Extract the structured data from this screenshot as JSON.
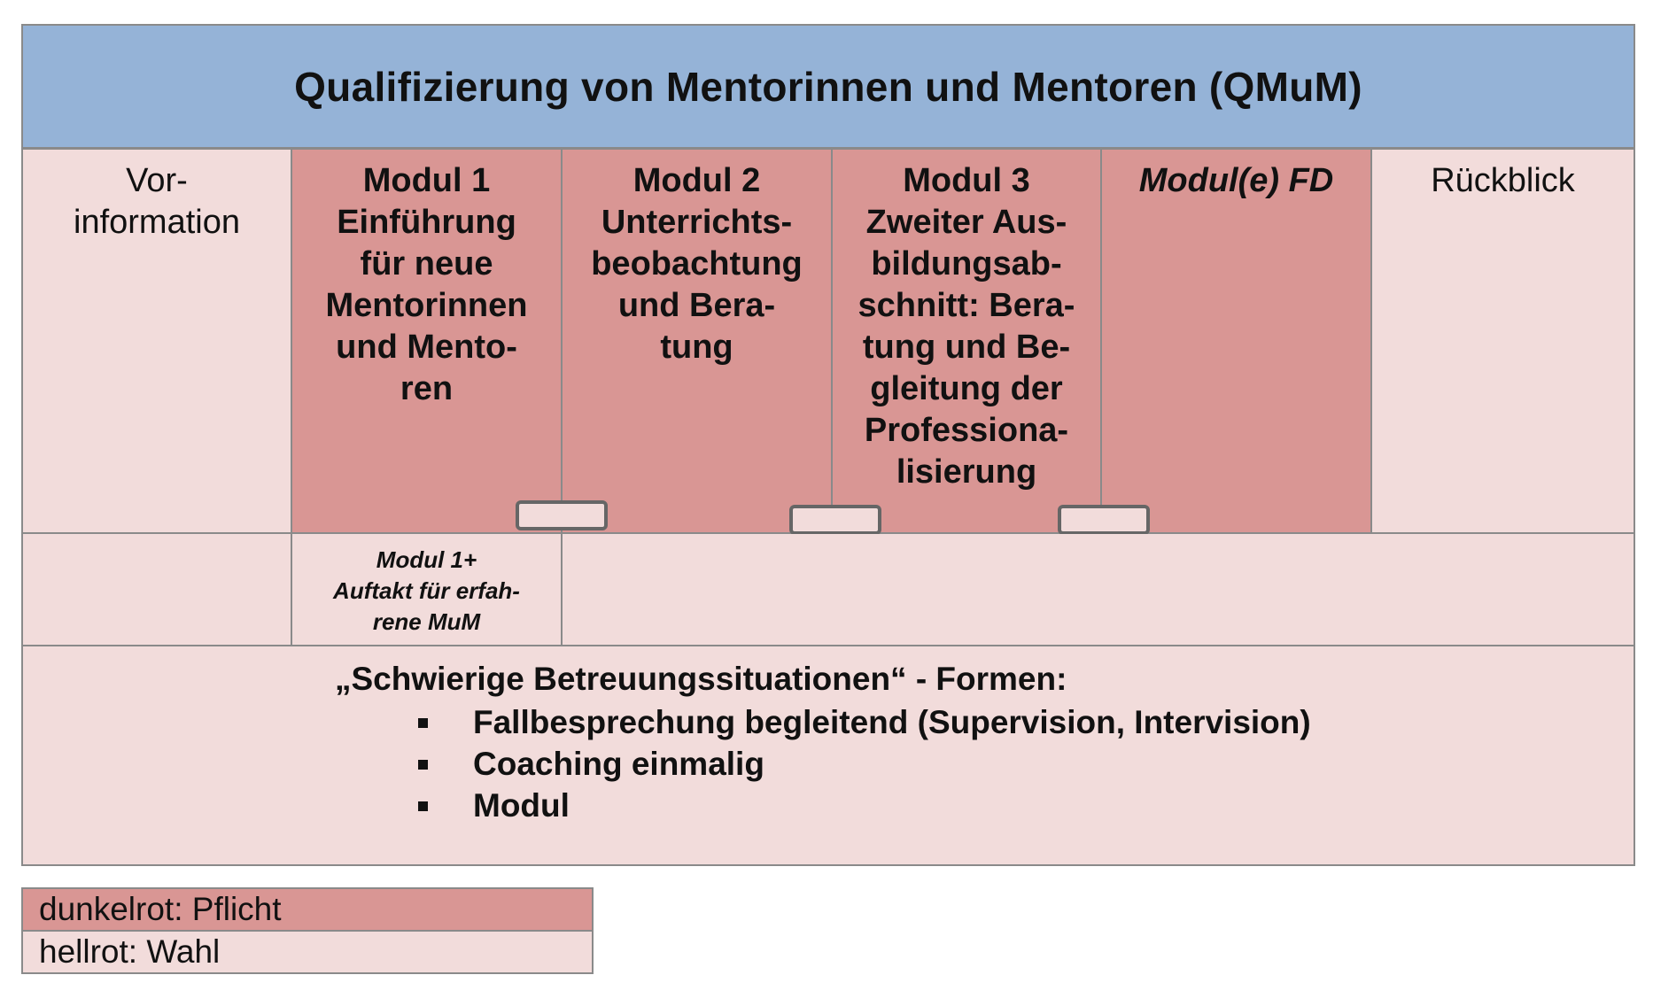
{
  "header": {
    "title": "Qualifizierung von Mentorinnen und Mentoren (QMuM)"
  },
  "columns": [
    {
      "lines": [
        "Vor-",
        "information"
      ]
    },
    {
      "lines": [
        "Modul 1",
        "Einführung",
        "für neue",
        "Mentorinnen",
        "und Mento-",
        "ren"
      ]
    },
    {
      "lines": [
        "Modul 2",
        "Unterrichts-",
        "beobachtung",
        "und Bera-",
        "tung"
      ]
    },
    {
      "lines": [
        "Modul 3",
        "Zweiter Aus-",
        "bildungsab-",
        "schnitt: Bera-",
        "tung und Be-",
        "gleitung der",
        "Professiona-",
        "lisierung"
      ]
    },
    {
      "lines": [
        "Modul(e) FD"
      ]
    },
    {
      "lines": [
        "Rückblick"
      ]
    }
  ],
  "modul1plus": {
    "lines": [
      "Modul 1+",
      "Auftakt für erfah-",
      "rene MuM"
    ]
  },
  "bottom": {
    "title": "„Schwierige Betreuungssituationen“ -  Formen:",
    "items": [
      "Fallbesprechung begleitend (Supervision, Intervision)",
      "Coaching einmalig",
      "Modul"
    ]
  },
  "legend": {
    "dark": "dunkelrot: Pflicht",
    "light": "hellrot: Wahl"
  },
  "colors": {
    "header": "#95b3d7",
    "dark_red": "#d99694",
    "light_red": "#f2dcdb"
  }
}
